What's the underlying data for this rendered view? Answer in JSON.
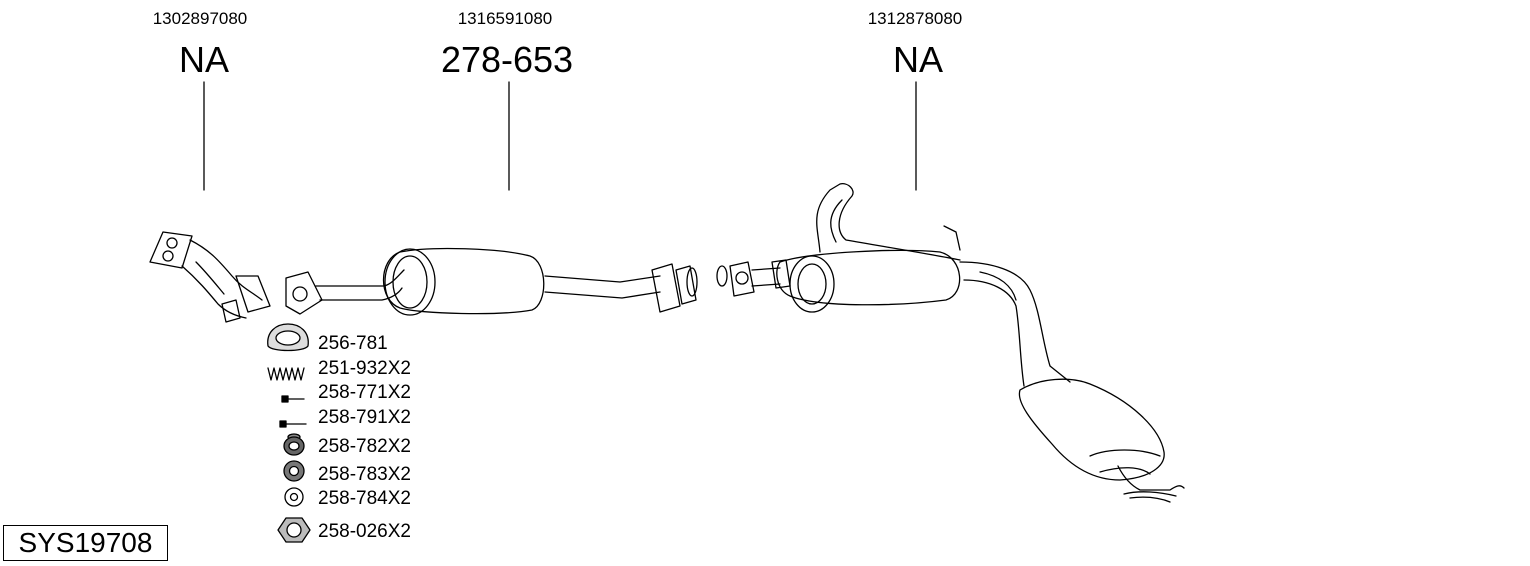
{
  "parts": [
    {
      "oem": "1302897080",
      "code": "NA"
    },
    {
      "oem": "1316591080",
      "code": "278-653"
    },
    {
      "oem": "1312878080",
      "code": "NA"
    }
  ],
  "fittings": [
    {
      "label": "256-781",
      "icon": "gasket-ring-icon"
    },
    {
      "label": "251-932X2",
      "icon": "spring-icon"
    },
    {
      "label": "258-771X2",
      "icon": "bolt-icon"
    },
    {
      "label": "258-791X2",
      "icon": "bolt-icon"
    },
    {
      "label": "258-782X2",
      "icon": "spring-washer-stack-icon"
    },
    {
      "label": "258-783X2",
      "icon": "thick-washer-icon"
    },
    {
      "label": "258-784X2",
      "icon": "washer-icon"
    },
    {
      "label": "258-026X2",
      "icon": "hex-nut-icon"
    }
  ],
  "system_id": "SYS19708"
}
